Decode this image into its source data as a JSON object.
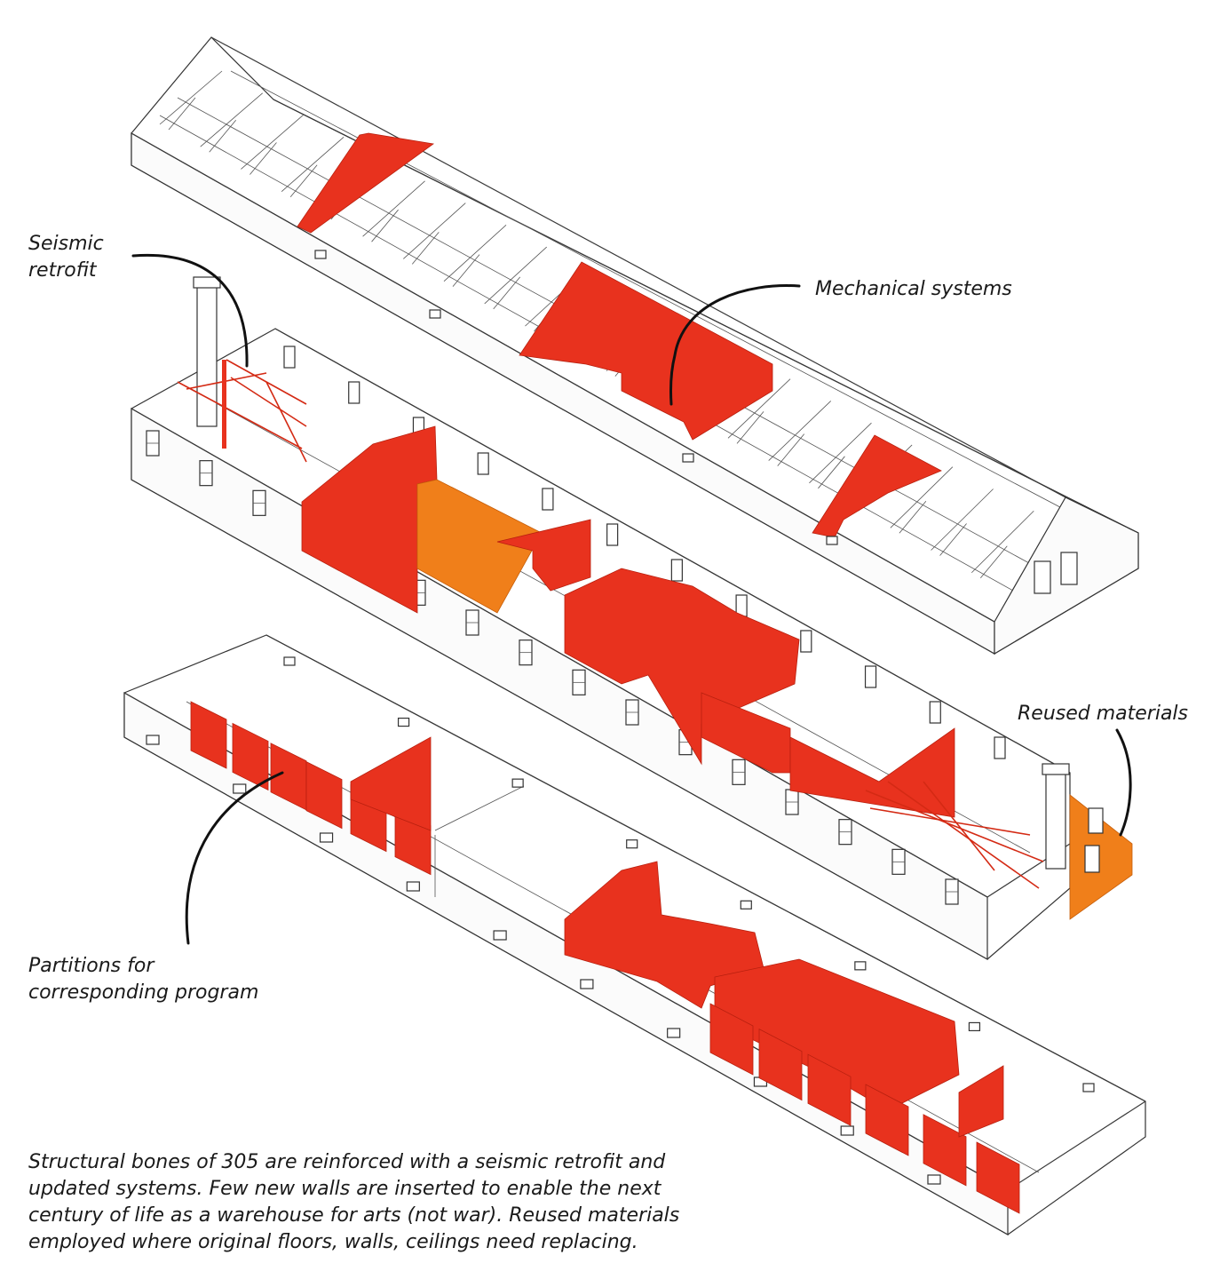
{
  "labels": {
    "seismic": [
      "Seismic",
      "retrofit"
    ],
    "mechanical": "Mechanical systems",
    "reused": "Reused materials",
    "partitions": [
      "Partitions for",
      "corresponding program"
    ]
  },
  "caption": [
    "Structural bones of 305 are reinforced with a seismic retrofit and",
    "updated systems. Few new walls are inserted to enable the next",
    "century of life as a warehouse for arts (not war). Reused materials",
    "employed where original floors, walls, ceilings need replacing."
  ],
  "colors": {
    "intervention": "#e8321e",
    "reused": "#f07f1a",
    "linework": "#333333"
  }
}
